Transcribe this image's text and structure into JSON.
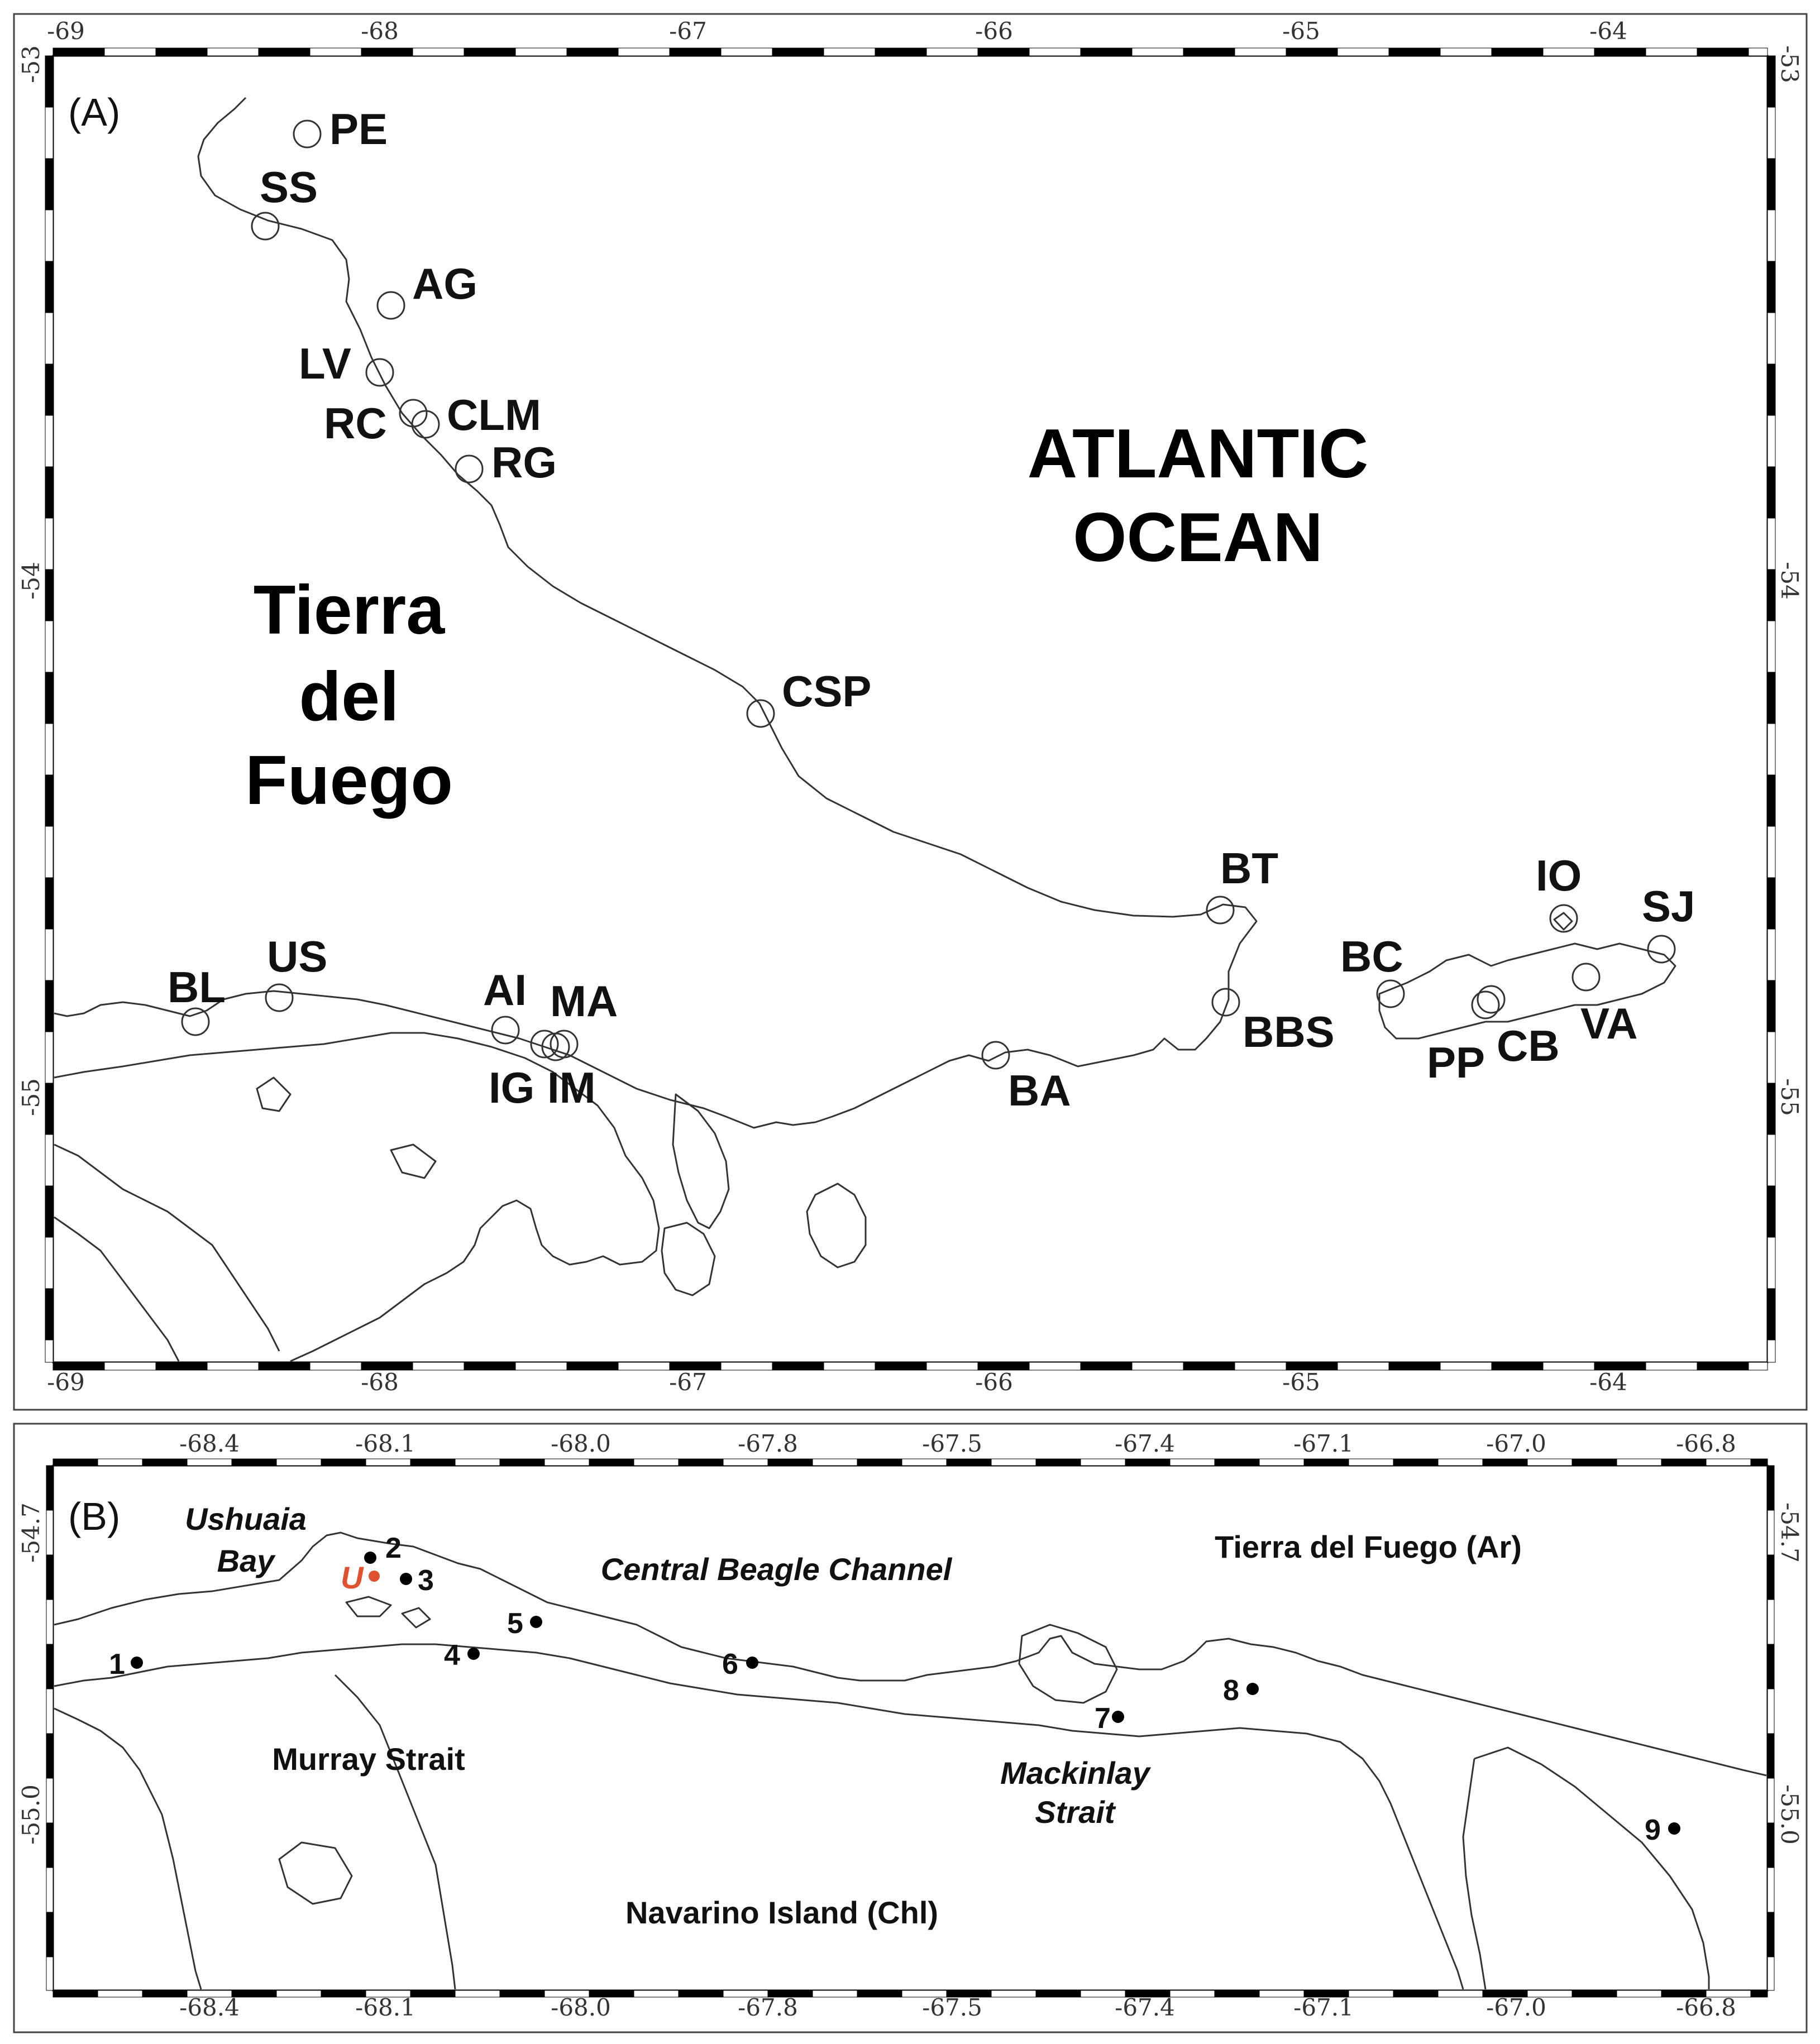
{
  "panelA": {
    "label": "(A)",
    "lon_top": [
      "-69",
      "-68",
      "-67",
      "-66",
      "-65",
      "-64"
    ],
    "lon_bottom": [
      "-69",
      "-68",
      "-67",
      "-66",
      "-65",
      "-64"
    ],
    "lat_left": [
      "-53",
      "-54",
      "-55"
    ],
    "lat_right": [
      "-53",
      "-54",
      "-55"
    ],
    "ocean_line1": "ATLANTIC",
    "ocean_line2": "OCEAN",
    "land_line1": "Tierra",
    "land_line2": "del",
    "land_line3": "Fuego",
    "sites": [
      "PE",
      "SS",
      "AG",
      "LV",
      "RC",
      "CLM",
      "RG",
      "CSP",
      "BT",
      "IO",
      "SJ",
      "BC",
      "VA",
      "CB",
      "PP",
      "BBS",
      "BA",
      "US",
      "BL",
      "AI",
      "MA",
      "IG",
      "IM"
    ]
  },
  "panelB": {
    "label": "(B)",
    "lon_top": [
      "-68.4",
      "-68.1",
      "-68.0",
      "-67.8",
      "-67.5",
      "-67.4",
      "-67.1",
      "-67.0",
      "-66.8"
    ],
    "lon_bottom": [
      "-68.4",
      "-68.1",
      "-68.0",
      "-67.8",
      "-67.5",
      "-67.4",
      "-67.1",
      "-67.0",
      "-66.8"
    ],
    "lat_left": [
      "-54.7",
      "-55.0"
    ],
    "lat_right": [
      "-54.7",
      "-55.0"
    ],
    "places": {
      "ushuaia_1": "Ushuaia",
      "ushuaia_2": "Bay",
      "central_channel": "Central Beagle Channel",
      "tdf_ar": "Tierra del Fuego (Ar)",
      "murray": "Murray Strait",
      "mackinlay_1": "Mackinlay",
      "mackinlay_2": "Strait",
      "navarino": "Navarino Island (Chl)"
    },
    "city_label": "U",
    "city_color": "#e0522f",
    "stations": [
      "1",
      "2",
      "3",
      "4",
      "5",
      "6",
      "7",
      "8",
      "9"
    ]
  }
}
